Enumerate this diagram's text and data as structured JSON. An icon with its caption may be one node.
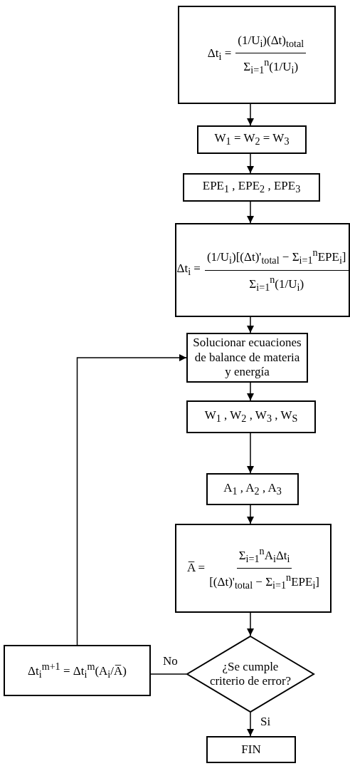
{
  "diagram": {
    "nodes": [
      {
        "text": [
          "Δt$_{i}$ =",
          "(1/U$_{i}$)(Δt)$_{total}$",
          "Σ$_{i=1}$$^{n}$(1/U$_{i}$)"
        ]
      },
      {
        "text": [
          "W$_{1}$ = W$_{2}$ = W$_{3}$"
        ]
      },
      {
        "text": [
          "EPE$_{1}$ , EPE$_{2}$ , EPE$_{3}$"
        ]
      },
      {
        "text": [
          "Δt$_{i}$ =",
          "(1/U$_{i}$)[(Δt)'$_{total}$ − Σ$_{i=1}$$^{n}$EPE$_{i}$]",
          "Σ$_{i=1}$$^{n}$(1/U$_{i}$)"
        ]
      },
      {
        "text": [
          "Solucionar ecuaciones de balance de materia y energía"
        ]
      },
      {
        "text": [
          "W$_{1}$ , W$_{2}$ , W$_{3}$ , W$_{S}$"
        ]
      },
      {
        "text": [
          "A$_{1}$ , A$_{2}$ , A$_{3}$"
        ]
      },
      {
        "text": [
          "A̅ =",
          "Σ$_{i=1}$$^{n}$A$_{i}$Δt$_{i}$",
          "[(Δt)'$_{total}$ − Σ$_{i=1}$$^{n}$EPE$_{i}$]"
        ]
      },
      {
        "text": [
          "¿Se cumple criterio de error?"
        ]
      },
      {
        "text": [
          "Δt$_{i}$$^{m+1}$ = Δt$_{i}$$^{m}$(A$_{i}$/A̅)"
        ]
      },
      {
        "text": [
          "FIN"
        ]
      }
    ],
    "edges": [
      {
        "from": 0,
        "to": 1,
        "arrow": "to"
      },
      {
        "from": 1,
        "to": 2,
        "arrow": "to"
      },
      {
        "from": 2,
        "to": 3,
        "arrow": "to"
      },
      {
        "from": 3,
        "to": 4,
        "arrow": "to"
      },
      {
        "from": 4,
        "to": 5,
        "arrow": "to"
      },
      {
        "from": 5,
        "to": 6,
        "arrow": "to"
      },
      {
        "from": 6,
        "to": 7,
        "arrow": "to"
      },
      {
        "from": 7,
        "to": 8,
        "arrow": "to"
      },
      {
        "from": 8,
        "to": 9,
        "arrow": "none",
        "label": "No"
      },
      {
        "from": 8,
        "to": 10,
        "arrow": "to",
        "label": "Si"
      },
      {
        "from": 9,
        "to": 4,
        "arrow": "to"
      }
    ]
  }
}
